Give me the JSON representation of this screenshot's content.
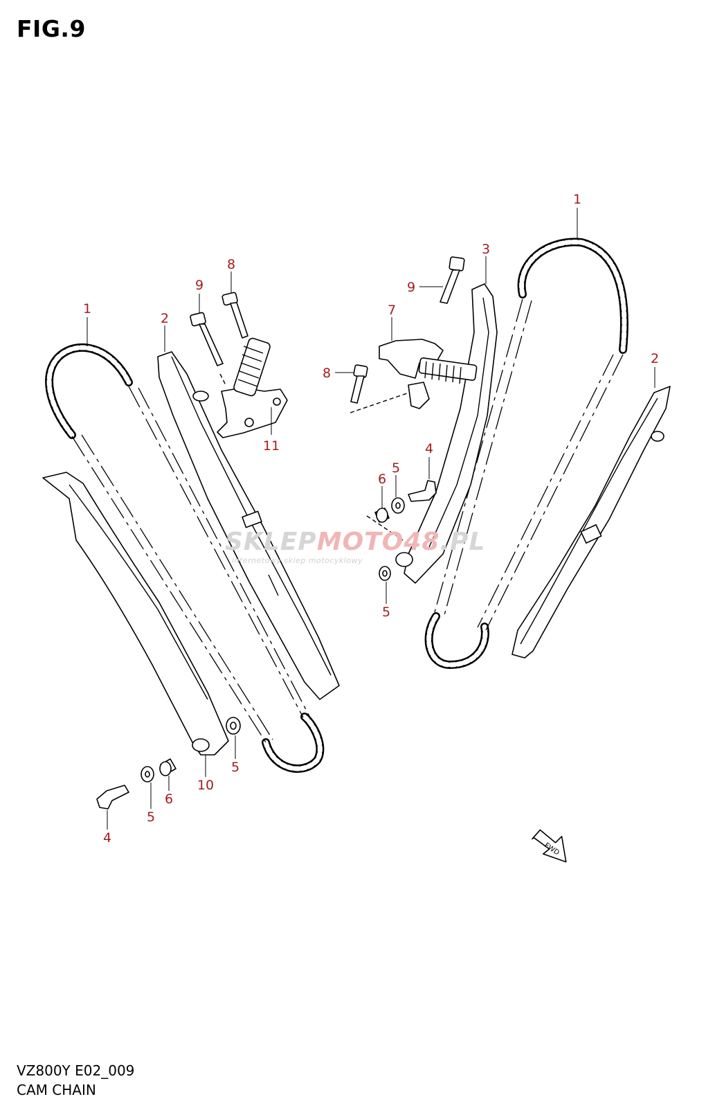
{
  "header": {
    "figure": "FIG.9"
  },
  "footer": {
    "model_code": "VZ800Y E02_009",
    "title": "CAM CHAIN"
  },
  "watermark": {
    "brand_prefix": "SKLEP",
    "brand_highlight": "MOTO48",
    "brand_suffix": ".PL",
    "tagline": "internetowy sklep motocyklowy"
  },
  "fwd_label": "FWD",
  "callouts": [
    "1",
    "2",
    "9",
    "8",
    "11",
    "10",
    "5",
    "6",
    "5",
    "4",
    "1",
    "2",
    "3",
    "9",
    "7",
    "8",
    "4",
    "5",
    "6",
    "5"
  ],
  "colors": {
    "callout": "#a51c1c",
    "line": "#000000",
    "watermark_gray": "#d6d6d6",
    "watermark_red": "#f0b6b6"
  }
}
